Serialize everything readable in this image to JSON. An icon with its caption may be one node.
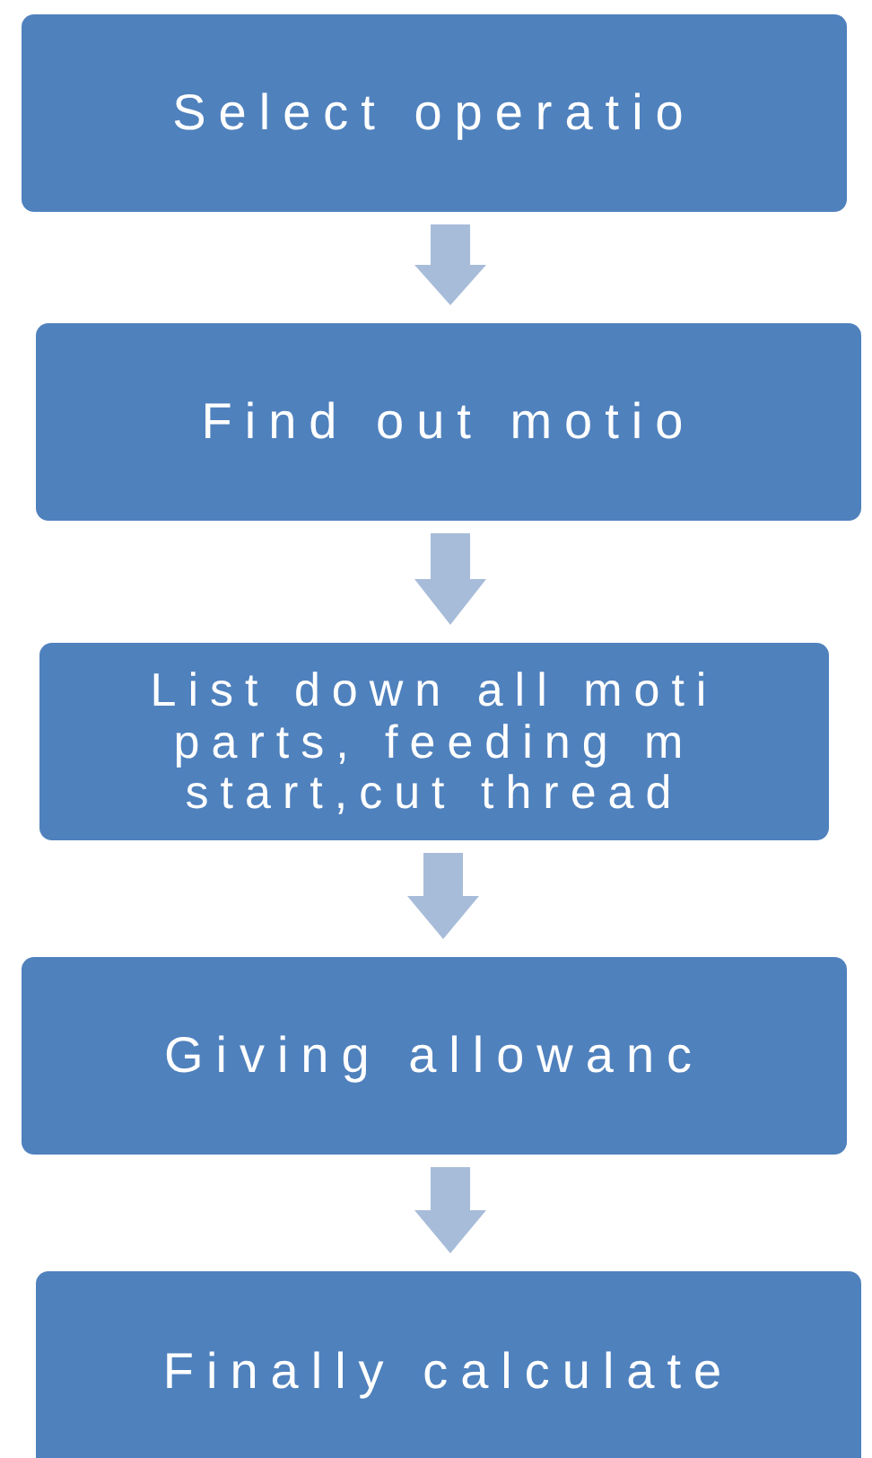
{
  "diagram": {
    "nodes": [
      {
        "text": [
          "Select operatio"
        ]
      },
      {
        "text": [
          "Find out motio"
        ]
      },
      {
        "text": [
          "List down all moti parts, feeding m start,cut thread"
        ]
      },
      {
        "text": [
          "Giving allowanc"
        ]
      },
      {
        "text": [
          "Finally calculate"
        ]
      }
    ],
    "edges": [
      {
        "from": 0,
        "to": 1,
        "arrow": "to"
      },
      {
        "from": 1,
        "to": 2,
        "arrow": "to"
      },
      {
        "from": 2,
        "to": 3,
        "arrow": "to"
      },
      {
        "from": 3,
        "to": 4,
        "arrow": "to"
      }
    ]
  }
}
